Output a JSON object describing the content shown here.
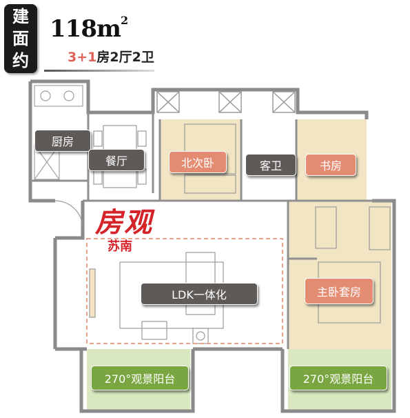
{
  "header": {
    "badge_chars": [
      "建",
      "面",
      "约"
    ],
    "area_value": "118m",
    "area_sup": "2",
    "layout_highlight": "3+1",
    "layout_rest": "房2厅2卫"
  },
  "rooms": {
    "kitchen": "厨房",
    "dining": "餐厅",
    "north_bedroom": "北次卧",
    "guest_bath": "客卫",
    "study": "书房",
    "ldk": "LDK一体化",
    "master_suite": "主卧套房",
    "balcony_left": "270°观景阳台",
    "balcony_right": "270°观景阳台"
  },
  "watermark": {
    "brand": "房观",
    "sub": "苏南"
  },
  "colors": {
    "tag_dark": "#5e5a58",
    "tag_salmon": "#e48c72",
    "tag_green": "#7aa641",
    "room_beige": "#f1e5c4",
    "balcony_green": "#d9e8bf",
    "wall": "#8a8a8a",
    "accent_red": "#d5232a"
  }
}
